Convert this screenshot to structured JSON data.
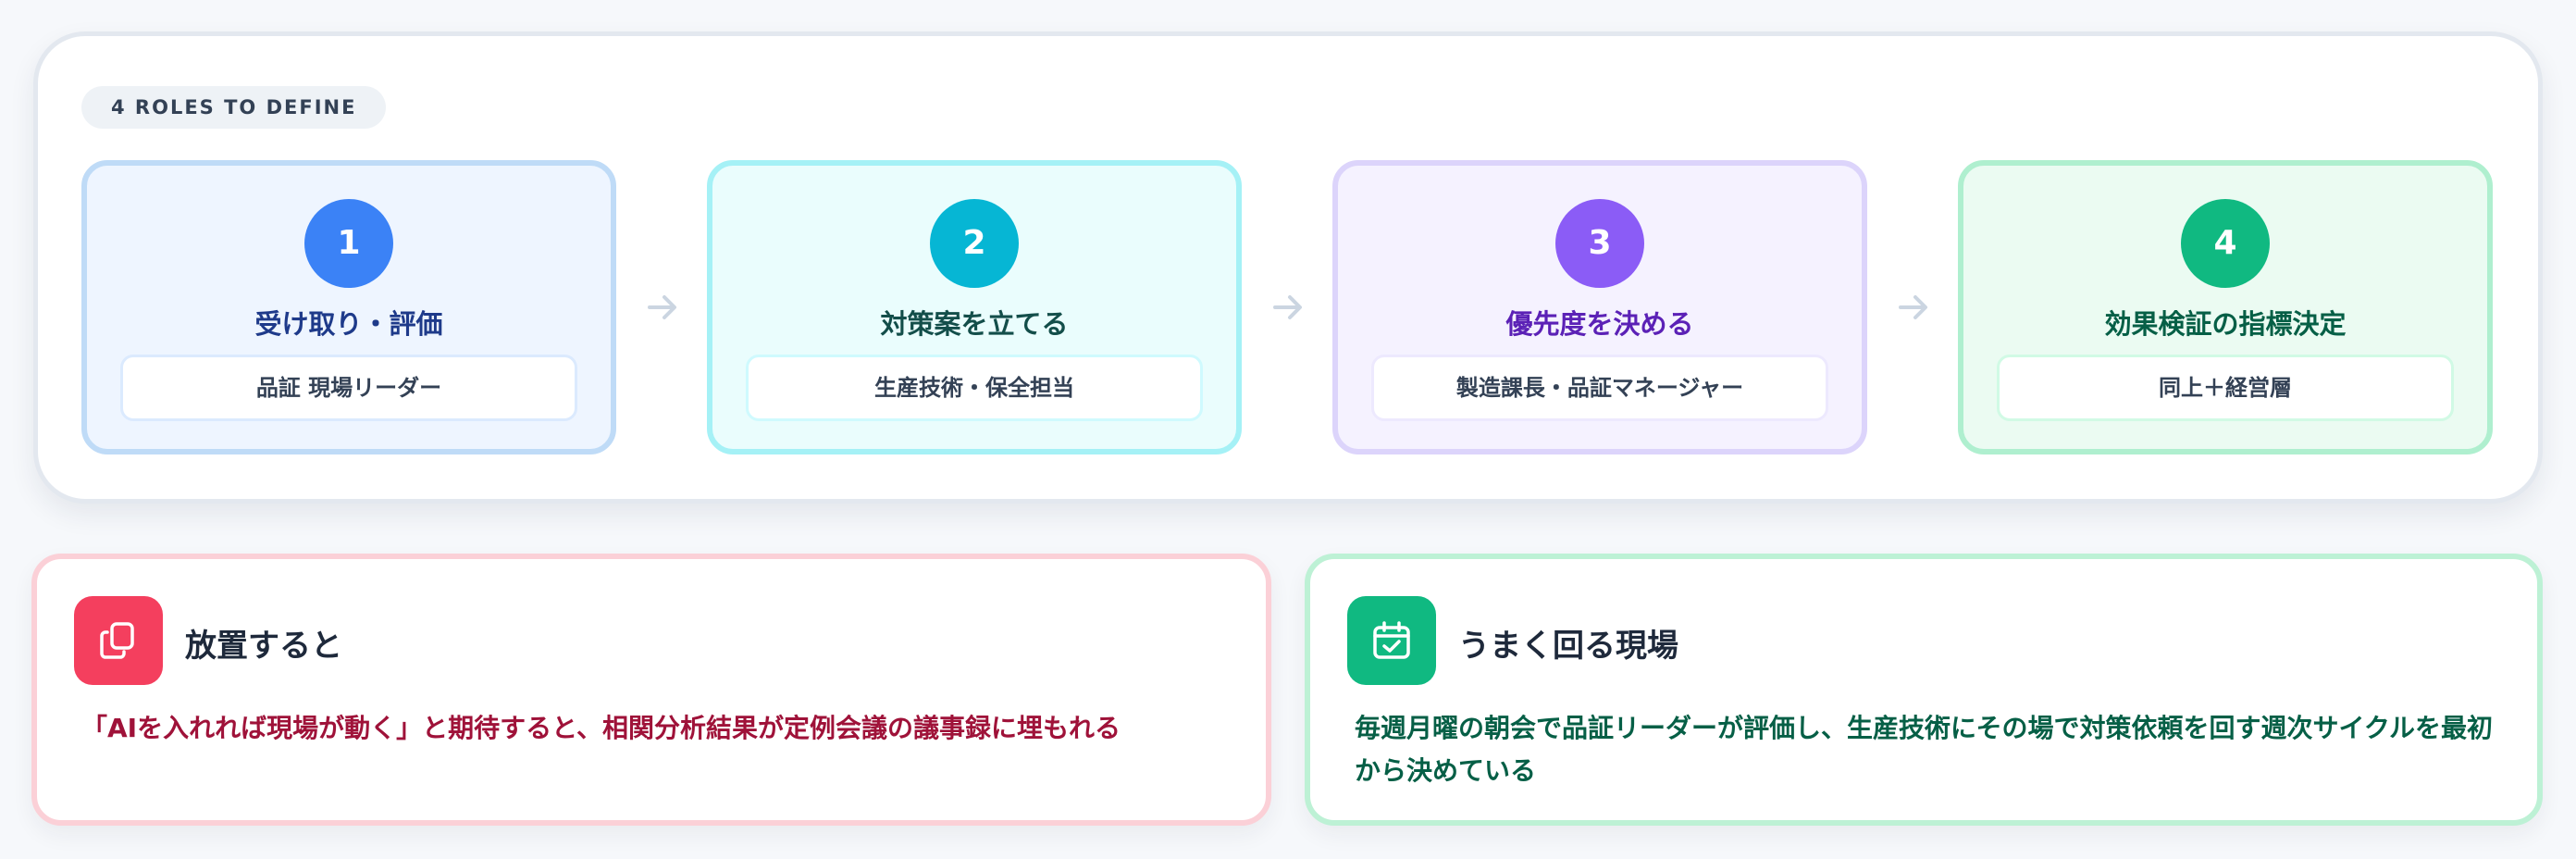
{
  "section_tag": "4 ROLES TO DEFINE",
  "roles": [
    {
      "number": "1",
      "title": "受け取り・評価",
      "owner": "品証 現場リーダー",
      "color": "#3b82f6"
    },
    {
      "number": "2",
      "title": "対策案を立てる",
      "owner": "生産技術・保全担当",
      "color": "#06b6d4"
    },
    {
      "number": "3",
      "title": "優先度を決める",
      "owner": "製造課長・品証マネージャー",
      "color": "#8b5cf6"
    },
    {
      "number": "4",
      "title": "効果検証の指標決定",
      "owner": "同上＋経営層",
      "color": "#10b981"
    }
  ],
  "flow_icon": "arrow-right-icon",
  "notes": {
    "warning": {
      "icon": "copy-icon",
      "title": "放置すると",
      "body": "「AIを入れれば現場が動く」と期待すると、相関分析結果が定例会議の議事録に埋もれる",
      "color": "#f43f5e"
    },
    "success": {
      "icon": "calendar-check-icon",
      "title": "うまく回る現場",
      "body": "毎週月曜の朝会で品証リーダーが評価し、生産技術にその場で対策依頼を回す週次サイクルを最初から決めている",
      "color": "#10b981"
    }
  }
}
